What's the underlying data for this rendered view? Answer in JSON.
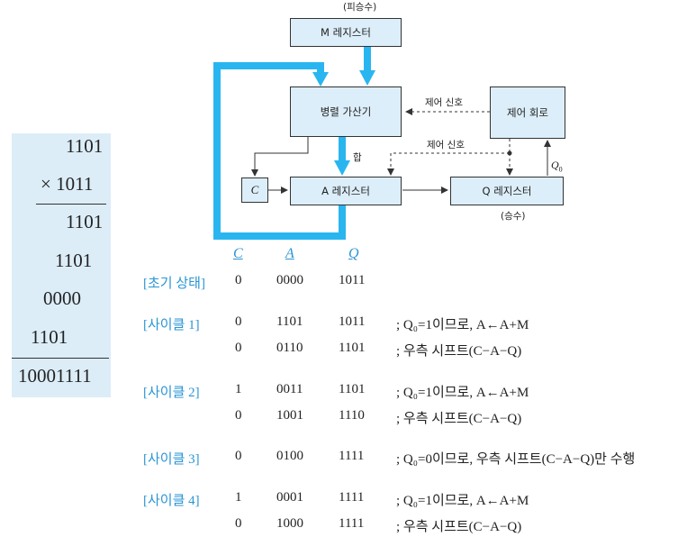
{
  "multiplication": {
    "multiplicand": "1101",
    "multiplier": "× 1011",
    "partials": [
      "1101",
      "1101",
      "0000",
      "1101"
    ],
    "result": "10001111"
  },
  "diagram": {
    "multiplicand_caption": "(피승수)",
    "m_register": "M 레지스터",
    "adder": "병렬 가산기",
    "control_unit": "제어 회로",
    "control_signal_1": "제어 신호",
    "control_signal_2": "제어 신호",
    "sum_label": "합",
    "c_flag": "C",
    "a_register": "A 레지스터",
    "q_register": "Q 레지스터",
    "q0_label": "Q",
    "q0_sub": "0",
    "multiplier_caption": "(승수)",
    "accent_color": "#29b6f0"
  },
  "table": {
    "headers": [
      "C",
      "A",
      "Q"
    ],
    "rows": [
      {
        "cycle": "[초기 상태]",
        "c": "0",
        "a": "0000",
        "q": "1011",
        "note": ""
      },
      {
        "cycle": "[사이클 1]",
        "c": "0",
        "a": "1101",
        "q": "1011",
        "note": "; Q₀=1이므로, A←A+M"
      },
      {
        "cycle": "",
        "c": "0",
        "a": "0110",
        "q": "1101",
        "note": "; 우측 시프트(C−A−Q)"
      },
      {
        "cycle": "[사이클 2]",
        "c": "1",
        "a": "0011",
        "q": "1101",
        "note": "; Q₀=1이므로, A←A+M"
      },
      {
        "cycle": "",
        "c": "0",
        "a": "1001",
        "q": "1110",
        "note": "; 우측 시프트(C−A−Q)"
      },
      {
        "cycle": "[사이클 3]",
        "c": "0",
        "a": "0100",
        "q": "1111",
        "note": "; Q₀=0이므로, 우측 시프트(C−A−Q)만 수행"
      },
      {
        "cycle": "[사이클 4]",
        "c": "1",
        "a": "0001",
        "q": "1111",
        "note": "; Q₀=1이므로, A←A+M"
      },
      {
        "cycle": "",
        "c": "0",
        "a": "1000",
        "q": "1111",
        "note": "; 우측 시프트(C−A−Q)"
      }
    ]
  }
}
